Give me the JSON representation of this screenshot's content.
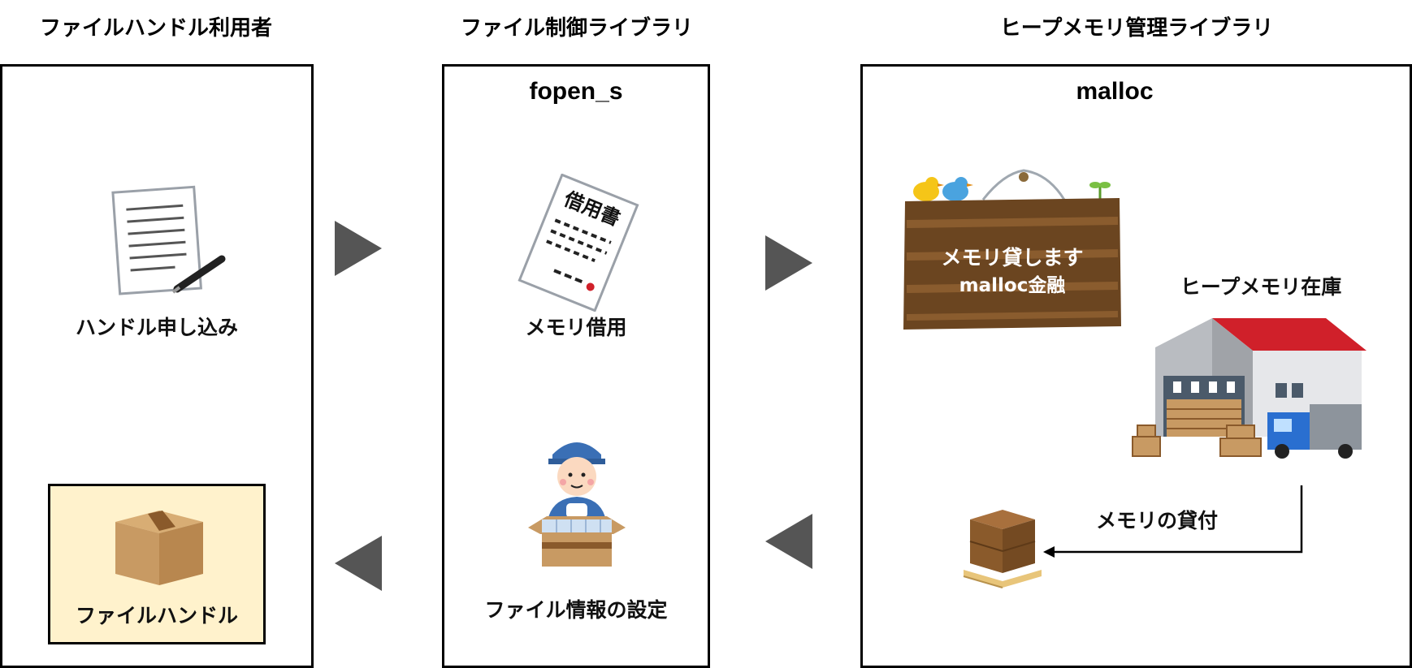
{
  "columns": {
    "user": {
      "title": "ファイルハンドル利用者",
      "step_label": "ハンドル申し込み",
      "result_label": "ファイルハンドル"
    },
    "file_lib": {
      "title": "ファイル制御ライブラリ",
      "function": "fopen_s",
      "borrow_label": "メモリ借用",
      "setup_label": "ファイル情報の設定",
      "document_heading": "借用書"
    },
    "heap_lib": {
      "title": "ヒープメモリ管理ライブラリ",
      "function": "malloc",
      "sign_line1": "メモリ貸します",
      "sign_line2": "malloc金融",
      "stock_label": "ヒープメモリ在庫",
      "lend_label": "メモリの貸付"
    }
  },
  "colors": {
    "arrow": "#555555",
    "handle_box_bg": "#fff2cc",
    "sign_wood": "#6b4520",
    "roof_red": "#d0202a",
    "worker_blue": "#3a6fb5",
    "cardboard": "#c89a63"
  },
  "icons": {
    "form": "form-with-pen-icon",
    "loan_doc": "loan-document-icon",
    "worker": "worker-packing-icon",
    "box": "cardboard-box-icon",
    "sign": "hanging-sign-icon",
    "warehouse": "warehouse-icon",
    "pallet": "pallet-boxes-icon"
  }
}
